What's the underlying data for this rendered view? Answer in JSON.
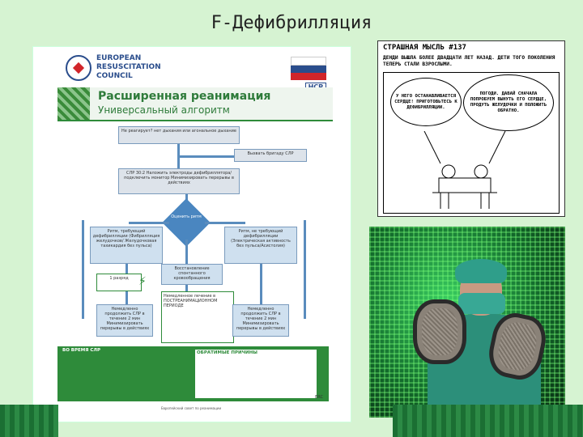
{
  "slide": {
    "title": "F-Дефибрилляция"
  },
  "poster": {
    "org": "EUROPEAN RESUSCITATION COUNCIL",
    "org_line1": "EUROPEAN",
    "org_line2": "RESUSCITATION",
    "org_line3": "COUNCIL",
    "partner_badge": "НСР",
    "heading": "Расширенная реанимация",
    "subheading": "Универсальный алгоритм",
    "flow": {
      "start": "Не реагирует? нет дыхания или агональное дыхание",
      "call_team": "Вызвать бригаду СЛР",
      "cpr": "СЛР 30:2 Наложить электроды дефибриллятора/подключить монитор Минимизировать перерывы в действиях",
      "assess": "Оценить ритм",
      "shockable": "Ритм, требующий дефибрилляции (Фибрилляция желудочков/ Желудочковая тахикардия без пульса)",
      "nonshockable": "Ритм, не требующий дефибрилляции (Электрическая активность без пульса/Асистолия)",
      "shock": "1 разряд",
      "rosc": "Восстановление спонтанного кровообращения",
      "post_care": "Немедленное лечение в ПОСТРЕАНИМАЦИОННОМ ПЕРИОДЕ",
      "resume_left": "Немедленно продолжить СЛР в течение 2 мин Минимизировать перерывы в действиях",
      "resume_right": "Немедленно продолжить СЛР в течение 2 мин Минимизировать перерывы в действиях"
    },
    "during_cpr_title": "ВО ВРЕМЯ СЛР",
    "reversible_title": "ОБРАТИМЫЕ ПРИЧИНЫ",
    "footnote": "Европейский совет по реанимации",
    "mark": "ERC"
  },
  "comic": {
    "title": "СТРАШНАЯ МЫСЛЬ #137",
    "caption": "ДЕНДИ ВЫШЛА БОЛЕЕ ДВАДЦАТИ ЛЕТ НАЗАД. ДЕТИ ТОГО ПОКОЛЕНИЯ ТЕПЕРЬ СТАЛИ ВЗРОСЛЫМИ.",
    "bubble_left": "У НЕГО ОСТАНАВЛИВАЕТСЯ СЕРДЦЕ! ПРИГОТОВЬТЕСЬ К ДЕФИБРИЛЛЯЦИИ.",
    "bubble_right": "ПОГОДИ. ДАВАЙ СНАЧАЛА ПОПРОБУЕМ ВЫНУТЬ ЕГО СЕРДЦЕ, ПРОДУТЬ ЖЕЛУДОЧКИ И ПОЛОЖИТЬ ОБРАТНО."
  }
}
